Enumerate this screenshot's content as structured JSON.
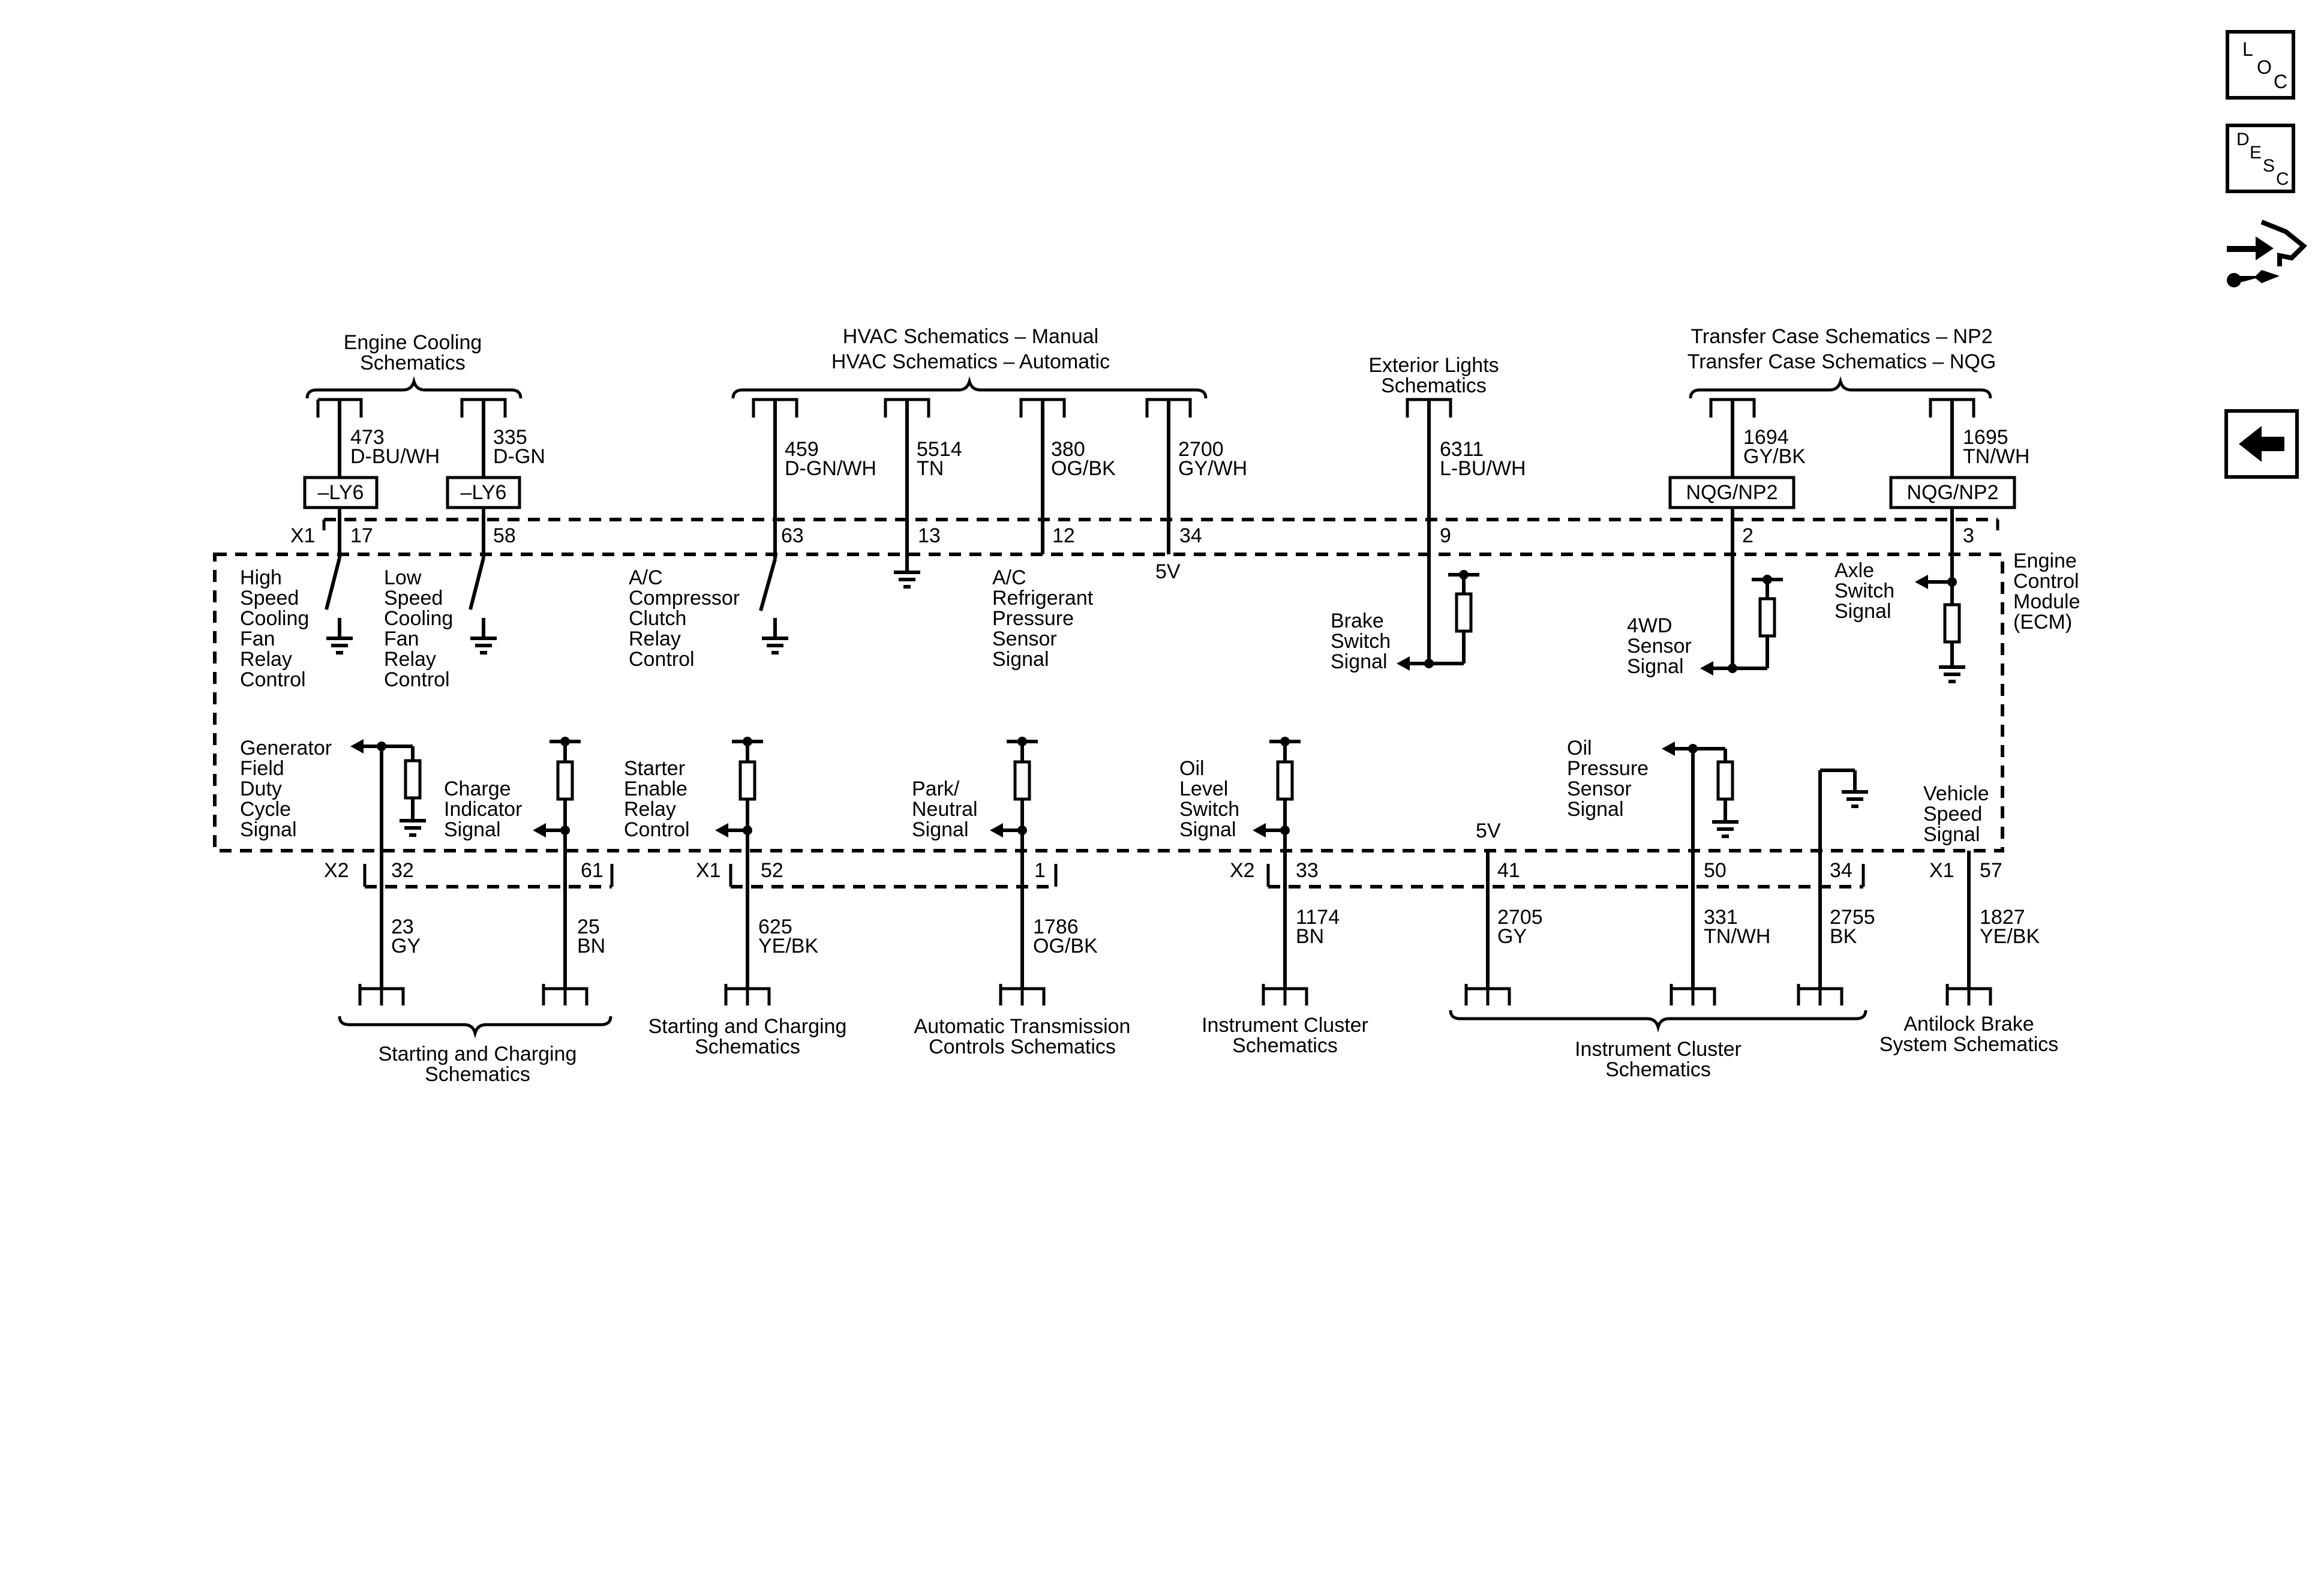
{
  "side_icons": {
    "loc": [
      "L",
      "O",
      "C"
    ],
    "desc": [
      "D",
      "E",
      "S",
      "C"
    ]
  },
  "ecm": {
    "label": [
      "Engine",
      "Control",
      "Module",
      "(ECM)"
    ]
  },
  "connectors": {
    "x1": "X1",
    "x2": "X2"
  },
  "groups": {
    "engine_cooling": [
      "Engine Cooling",
      "Schematics"
    ],
    "hvac": [
      "HVAC Schematics – Manual",
      "HVAC Schematics – Automatic"
    ],
    "exterior_lights": [
      "Exterior Lights",
      "Schematics"
    ],
    "transfer_case": [
      "Transfer Case Schematics – NP2",
      "Transfer Case Schematics – NQG"
    ],
    "starting_charging_1": [
      "Starting and Charging",
      "Schematics"
    ],
    "starting_charging_2": [
      "Starting and Charging",
      "Schematics"
    ],
    "auto_trans": [
      "Automatic Transmission",
      "Controls Schematics"
    ],
    "instrument_cluster_1": [
      "Instrument Cluster",
      "Schematics"
    ],
    "instrument_cluster_2": [
      "Instrument Cluster",
      "Schematics"
    ],
    "antilock": [
      "Antilock Brake",
      "System Schematics"
    ]
  },
  "option_boxes": {
    "ly6_a": "–LY6",
    "ly6_b": "–LY6",
    "nqg_a": "NQG/NP2",
    "nqg_b": "NQG/NP2"
  },
  "top_wires": [
    {
      "circuit": "473",
      "color": "D-BU/WH",
      "pin": "17"
    },
    {
      "circuit": "335",
      "color": "D-GN",
      "pin": "58"
    },
    {
      "circuit": "459",
      "color": "D-GN/WH",
      "pin": "63"
    },
    {
      "circuit": "5514",
      "color": "TN",
      "pin": "13"
    },
    {
      "circuit": "380",
      "color": "OG/BK",
      "pin": "12"
    },
    {
      "circuit": "2700",
      "color": "GY/WH",
      "pin": "34"
    },
    {
      "circuit": "6311",
      "color": "L-BU/WH",
      "pin": "9"
    },
    {
      "circuit": "1694",
      "color": "GY/BK",
      "pin": "2"
    },
    {
      "circuit": "1695",
      "color": "TN/WH",
      "pin": "3"
    }
  ],
  "bottom_wires": [
    {
      "circuit": "23",
      "color": "GY",
      "pin": "32"
    },
    {
      "circuit": "25",
      "color": "BN",
      "pin": "61"
    },
    {
      "circuit": "625",
      "color": "YE/BK",
      "pin": "52"
    },
    {
      "circuit": "1786",
      "color": "OG/BK",
      "pin": "1"
    },
    {
      "circuit": "1174",
      "color": "BN",
      "pin": "33"
    },
    {
      "circuit": "2705",
      "color": "GY",
      "pin": "41"
    },
    {
      "circuit": "331",
      "color": "TN/WH",
      "pin": "50"
    },
    {
      "circuit": "2755",
      "color": "BK",
      "pin": "34"
    },
    {
      "circuit": "1827",
      "color": "YE/BK",
      "pin": "57"
    }
  ],
  "signals": {
    "high_speed": [
      "High",
      "Speed",
      "Cooling",
      "Fan",
      "Relay",
      "Control"
    ],
    "low_speed": [
      "Low",
      "Speed",
      "Cooling",
      "Fan",
      "Relay",
      "Control"
    ],
    "ac_clutch": [
      "A/C",
      "Compressor",
      "Clutch",
      "Relay",
      "Control"
    ],
    "ac_pressure": [
      "A/C",
      "Refrigerant",
      "Pressure",
      "Sensor",
      "Signal"
    ],
    "brake": [
      "Brake",
      "Switch",
      "Signal"
    ],
    "fourwd": [
      "4WD",
      "Sensor",
      "Signal"
    ],
    "axle": [
      "Axle",
      "Switch",
      "Signal"
    ],
    "generator": [
      "Generator",
      "Field",
      "Duty",
      "Cycle",
      "Signal"
    ],
    "charge": [
      "Charge",
      "Indicator",
      "Signal"
    ],
    "starter": [
      "Starter",
      "Enable",
      "Relay",
      "Control"
    ],
    "park": [
      "Park/",
      "Neutral",
      "Signal"
    ],
    "oil_level": [
      "Oil",
      "Level",
      "Switch",
      "Signal"
    ],
    "oil_pressure": [
      "Oil",
      "Pressure",
      "Sensor",
      "Signal"
    ],
    "vehicle_speed": [
      "Vehicle",
      "Speed",
      "Signal"
    ]
  },
  "voltage": {
    "ac_ref": "5V",
    "oil_ref": "5V"
  }
}
